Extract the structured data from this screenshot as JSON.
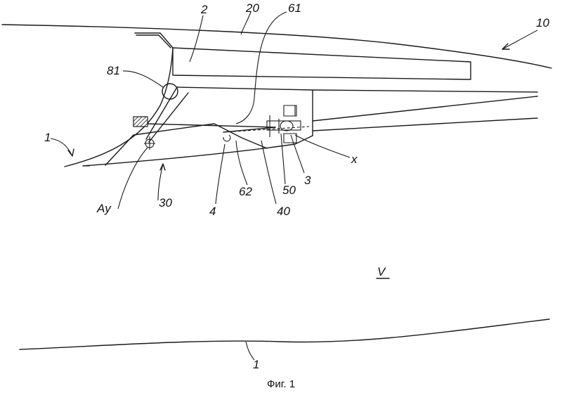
{
  "labels": {
    "l2": "2",
    "l20": "20",
    "l61": "61",
    "l10": "10",
    "l81": "81",
    "l1_top": "1",
    "x": "x",
    "ay": "Ay",
    "l30": "30",
    "l4": "4",
    "l62": "62",
    "l40": "40",
    "l50": "50",
    "l3": "3",
    "v": "V",
    "l1_bottom": "1"
  },
  "caption": "Фиг. 1",
  "colors": {
    "line": "#1a1a1a",
    "background": "#ffffff"
  }
}
